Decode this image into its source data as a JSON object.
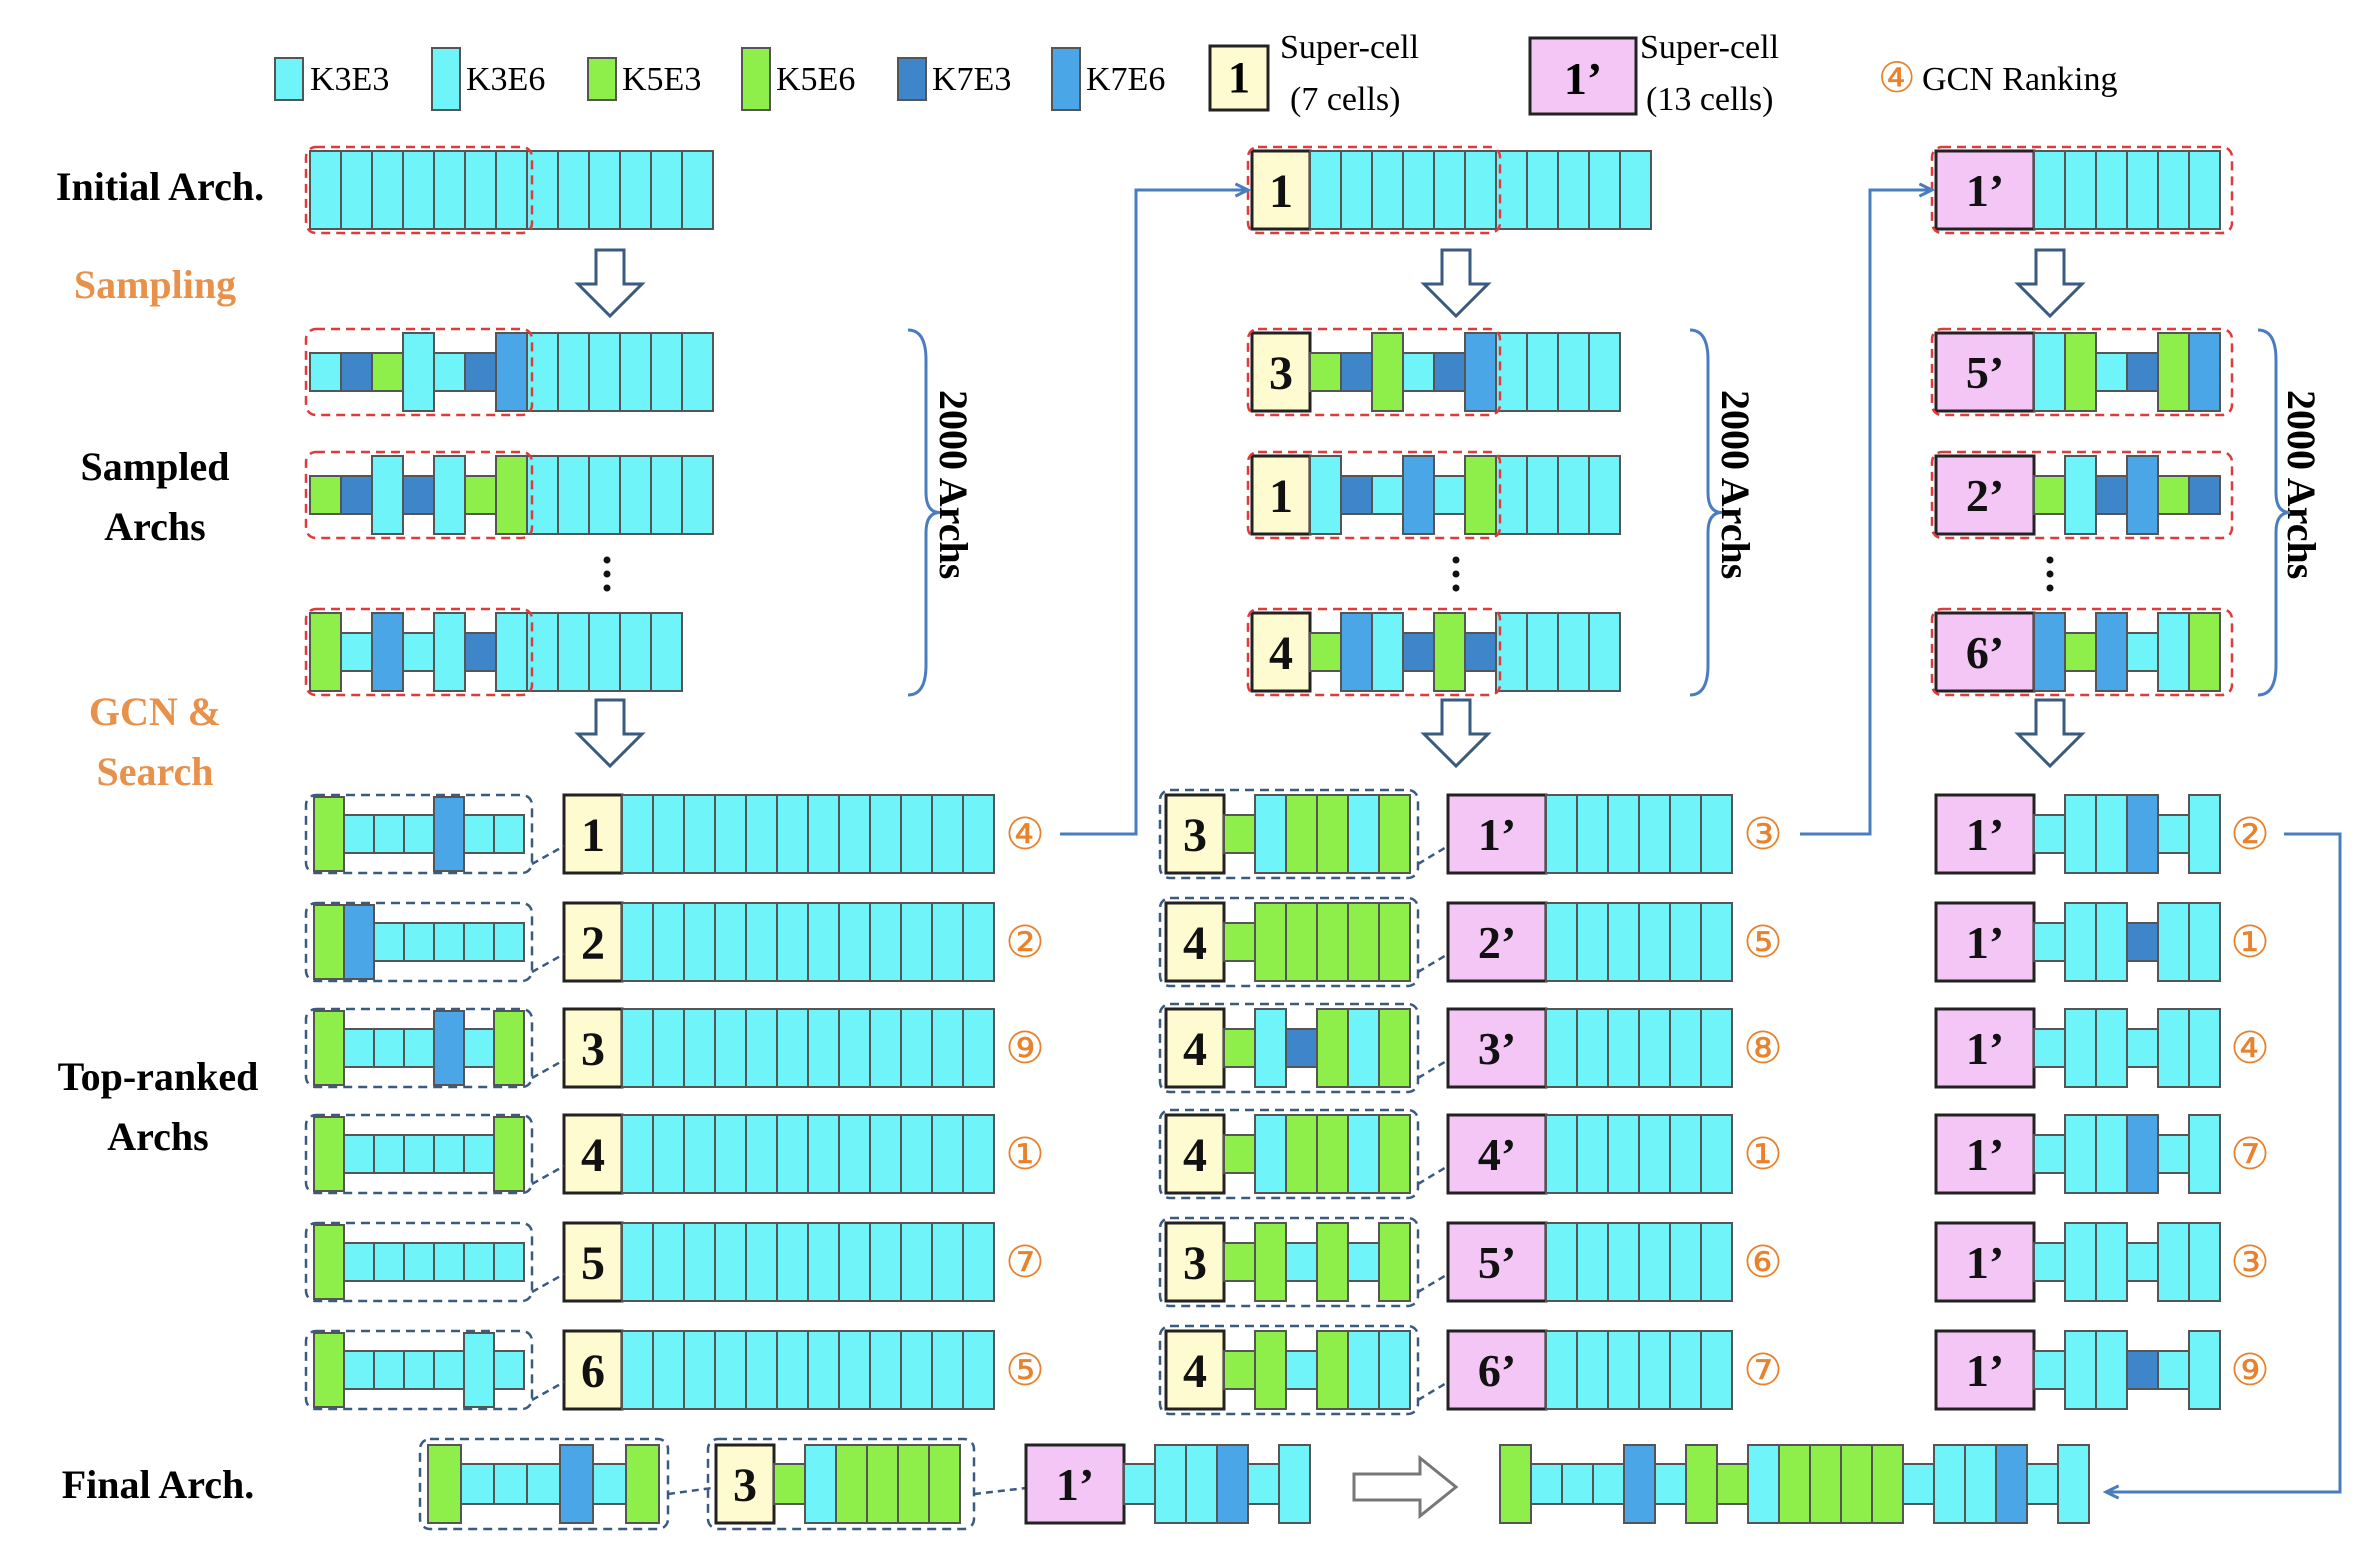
{
  "legend": {
    "cell_types": [
      {
        "key": "k3e3",
        "label": "K3E3"
      },
      {
        "key": "k3e6",
        "label": "K3E6"
      },
      {
        "key": "k5e3",
        "label": "K5E3"
      },
      {
        "key": "k5e6",
        "label": "K5E6"
      },
      {
        "key": "k7e3",
        "label": "K7E3"
      },
      {
        "key": "k7e6",
        "label": "K7E6"
      }
    ],
    "supercell_7": {
      "badge": "1",
      "line1": "Super-cell",
      "line2": "(7 cells)"
    },
    "supercell_13": {
      "badge": "1’",
      "line1": "Super-cell",
      "line2": "(13 cells)"
    },
    "ranking": {
      "badge": "④",
      "label": "GCN Ranking"
    }
  },
  "labels": {
    "initial_arch": "Initial Arch.",
    "sampling": "Sampling",
    "sampled_archs_1": "Sampled",
    "sampled_archs_2": "Archs",
    "gcn_search_1": "GCN &",
    "gcn_search_2": "Search",
    "top_ranked_1": "Top-ranked",
    "top_ranked_2": "Archs",
    "final_arch": "Final Arch.",
    "archs_count": "2000 Archs",
    "ellipsis": "⋮"
  },
  "colors": {
    "k3e3": "#6ff4fa",
    "k3e6": "#6ff4fa",
    "k5e3": "#8eef4a",
    "k5e6": "#8eef4a",
    "k7e3": "#3e86c9",
    "k7e6": "#4aa6e6",
    "supercell_7": "#fffbd0",
    "supercell_13": "#f4c6f5",
    "ranking": "#e8822c",
    "section_label": "#e8914a",
    "dashed_red": "#e03a3a",
    "dashed_blue": "#3a5a80",
    "flow_arrow": "#4a7dc0"
  },
  "stage1": {
    "initial_badge": "",
    "sampled": [
      {
        "cells": [
          "k3e3",
          "k7e3",
          "k5e3",
          "k3e6",
          "k3e3",
          "k7e3",
          "k7e6"
        ]
      },
      {
        "cells": [
          "k5e3",
          "k7e3",
          "k3e6",
          "k7e3",
          "k3e6",
          "k5e3",
          "k5e6"
        ]
      },
      {
        "cells": [
          "k5e6",
          "k3e3",
          "k7e6",
          "k3e3",
          "k3e6",
          "k7e3"
        ]
      }
    ],
    "top": [
      {
        "badge": "1",
        "rank": "④",
        "cells": [
          "k5e6",
          "k3e3",
          "k3e3",
          "k3e3",
          "k7e6",
          "k3e3",
          "k3e3"
        ]
      },
      {
        "badge": "2",
        "rank": "②",
        "cells": [
          "k5e6",
          "k7e6",
          "k3e3",
          "k3e3",
          "k3e3",
          "k3e3",
          "k3e3"
        ]
      },
      {
        "badge": "3",
        "rank": "⑨",
        "cells": [
          "k5e6",
          "k3e3",
          "k3e3",
          "k3e3",
          "k7e6",
          "k3e3",
          "k5e6"
        ]
      },
      {
        "badge": "4",
        "rank": "①",
        "cells": [
          "k5e6",
          "k3e3",
          "k3e3",
          "k3e3",
          "k3e3",
          "k3e3",
          "k5e6"
        ]
      },
      {
        "badge": "5",
        "rank": "⑦",
        "cells": [
          "k5e6",
          "k3e3",
          "k3e3",
          "k3e3",
          "k3e3",
          "k3e3",
          "k3e3"
        ]
      },
      {
        "badge": "6",
        "rank": "⑤",
        "cells": [
          "k5e6",
          "k3e3",
          "k3e3",
          "k3e3",
          "k3e3",
          "k3e6",
          "k3e3"
        ]
      }
    ]
  },
  "stage2": {
    "initial_badge": "1",
    "sampled": [
      {
        "badge": "3",
        "cells": [
          "k5e3",
          "k7e3",
          "k5e6",
          "k3e3",
          "k7e3",
          "k7e6"
        ]
      },
      {
        "badge": "1",
        "cells": [
          "k3e6",
          "k7e3",
          "k3e3",
          "k7e6",
          "k3e3",
          "k5e6"
        ]
      },
      {
        "badge": "4",
        "cells": [
          "k5e3",
          "k7e6",
          "k3e6",
          "k7e3",
          "k5e6",
          "k7e3"
        ]
      }
    ],
    "top": [
      {
        "badge": "3",
        "badge2": "1’",
        "rank": "③",
        "cells": [
          "k5e3",
          "k3e6",
          "k5e6",
          "k5e6",
          "k3e6",
          "k5e6"
        ]
      },
      {
        "badge": "4",
        "badge2": "2’",
        "rank": "⑤",
        "cells": [
          "k5e3",
          "k5e6",
          "k5e6",
          "k5e6",
          "k5e6",
          "k5e6"
        ]
      },
      {
        "badge": "4",
        "badge2": "3’",
        "rank": "⑧",
        "cells": [
          "k5e3",
          "k3e6",
          "k7e3",
          "k5e6",
          "k3e6",
          "k5e6"
        ]
      },
      {
        "badge": "4",
        "badge2": "4’",
        "rank": "①",
        "cells": [
          "k5e3",
          "k3e6",
          "k5e6",
          "k5e6",
          "k3e6",
          "k5e6"
        ]
      },
      {
        "badge": "3",
        "badge2": "5’",
        "rank": "⑥",
        "cells": [
          "k5e3",
          "k5e6",
          "k3e3",
          "k5e6",
          "k3e3",
          "k5e6"
        ]
      },
      {
        "badge": "4",
        "badge2": "6’",
        "rank": "⑦",
        "cells": [
          "k5e3",
          "k5e6",
          "k3e3",
          "k5e6",
          "k3e6",
          "k3e6"
        ]
      }
    ]
  },
  "stage3": {
    "initial_badge": "1’",
    "sampled": [
      {
        "badge": "5’",
        "cells": [
          "k3e6",
          "k5e6",
          "k3e3",
          "k7e3",
          "k5e6",
          "k7e6"
        ]
      },
      {
        "badge": "2’",
        "cells": [
          "k5e3",
          "k3e6",
          "k7e3",
          "k7e6",
          "k5e3",
          "k7e3"
        ]
      },
      {
        "badge": "6’",
        "cells": [
          "k7e6",
          "k5e3",
          "k7e6",
          "k3e3",
          "k3e6",
          "k5e6"
        ]
      }
    ],
    "top": [
      {
        "badge": "1’",
        "rank": "②",
        "cells": [
          "k3e3",
          "k3e6",
          "k3e6",
          "k7e6",
          "k3e3",
          "k3e6"
        ]
      },
      {
        "badge": "1’",
        "rank": "①",
        "cells": [
          "k3e3",
          "k3e6",
          "k3e6",
          "k7e3",
          "k3e6",
          "k3e6"
        ]
      },
      {
        "badge": "1’",
        "rank": "④",
        "cells": [
          "k3e3",
          "k3e6",
          "k3e6",
          "k3e3",
          "k3e6",
          "k3e6"
        ]
      },
      {
        "badge": "1’",
        "rank": "⑦",
        "cells": [
          "k3e3",
          "k3e6",
          "k3e6",
          "k7e6",
          "k3e3",
          "k3e6"
        ]
      },
      {
        "badge": "1’",
        "rank": "③",
        "cells": [
          "k3e3",
          "k3e6",
          "k3e6",
          "k3e3",
          "k3e6",
          "k3e6"
        ]
      },
      {
        "badge": "1’",
        "rank": "⑨",
        "cells": [
          "k3e3",
          "k3e6",
          "k3e6",
          "k7e3",
          "k3e3",
          "k3e6"
        ]
      }
    ]
  },
  "final": {
    "part1": [
      "k5e6",
      "k3e3",
      "k3e3",
      "k3e3",
      "k7e6",
      "k3e3",
      "k5e6"
    ],
    "badge1": "3",
    "part2": [
      "k5e3",
      "k3e6",
      "k5e6",
      "k5e6",
      "k5e6",
      "k5e6"
    ],
    "badge2": "1’",
    "part3": [
      "k3e3",
      "k3e6",
      "k3e6",
      "k7e6",
      "k3e3",
      "k3e6"
    ],
    "result": [
      "k5e6",
      "k3e3",
      "k3e3",
      "k3e3",
      "k7e6",
      "k3e3",
      "k5e6",
      "k5e3",
      "k3e6",
      "k5e6",
      "k5e6",
      "k5e6",
      "k5e6",
      "k3e3",
      "k3e6",
      "k3e6",
      "k7e6",
      "k3e3",
      "k3e6"
    ]
  }
}
